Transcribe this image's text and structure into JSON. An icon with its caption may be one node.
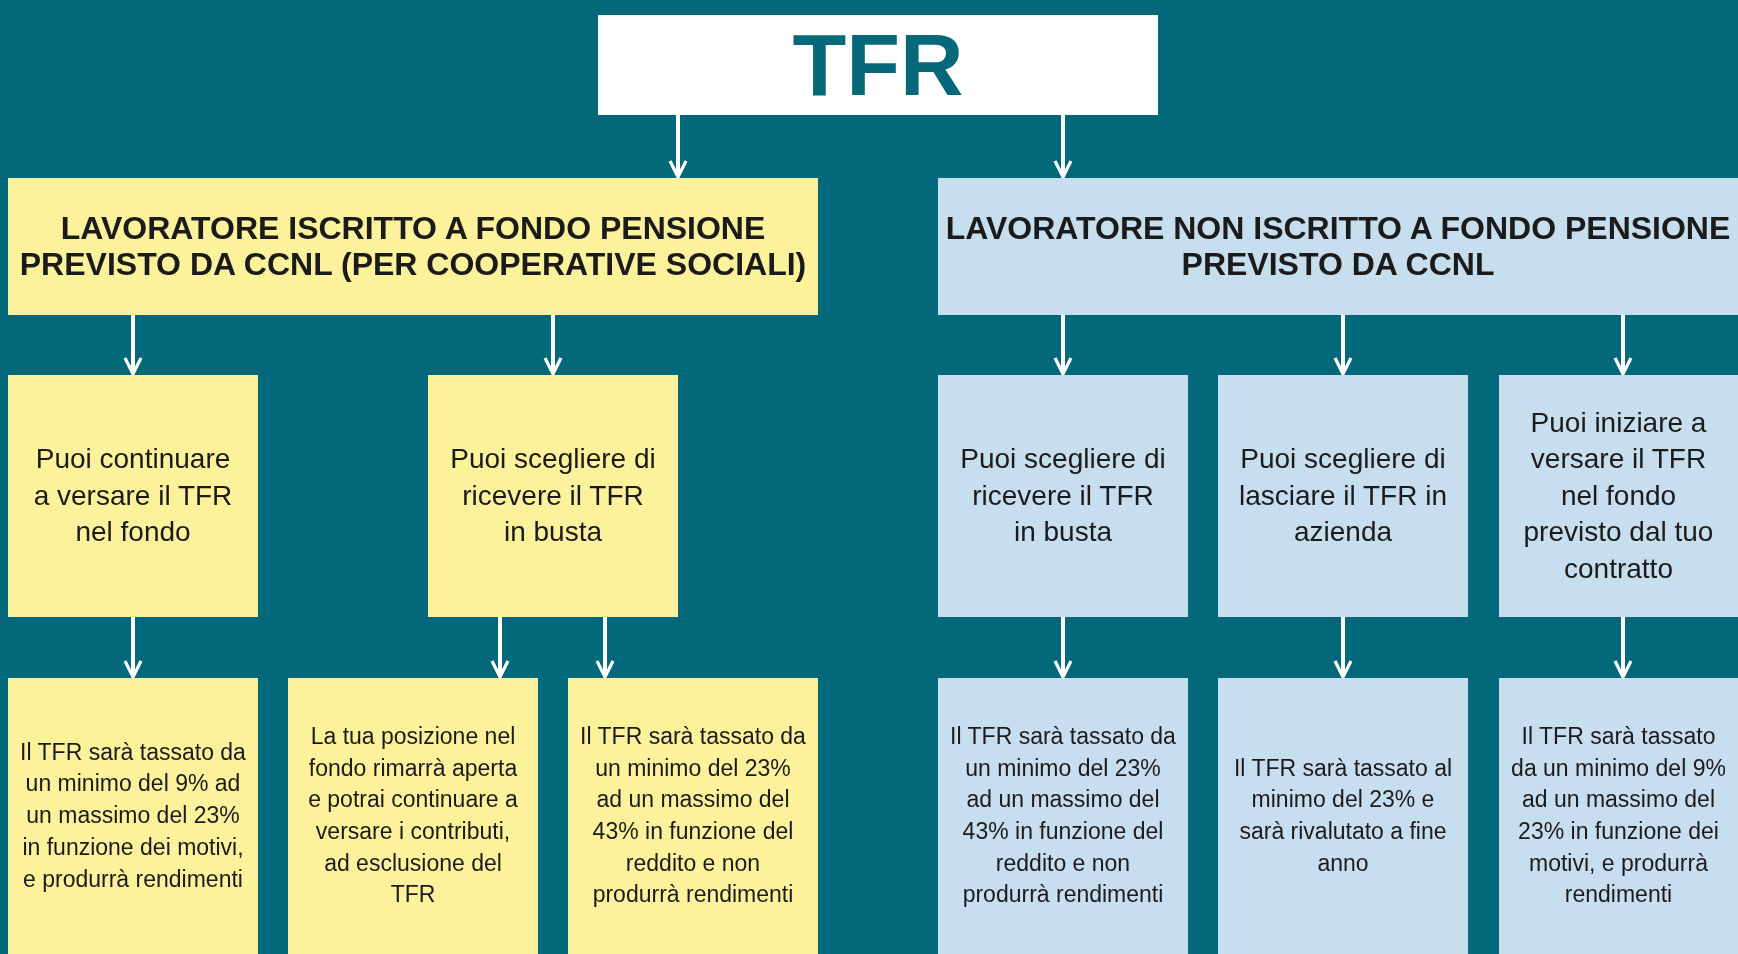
{
  "diagram": {
    "nodes": [
      {
        "text": [
          "TFR"
        ]
      },
      {
        "text": [
          "LAVORATORE ISCRITTO A FONDO PENSIONE PREVISTO DA CCNL (PER COOPERATIVE SOCIALI)"
        ]
      },
      {
        "text": [
          "LAVORATORE NON ISCRITTO A FONDO PENSIONE PREVISTO DA CCNL"
        ]
      },
      {
        "text": [
          "Puoi continuare a versare il TFR nel fondo"
        ]
      },
      {
        "text": [
          "Puoi scegliere di ricevere il TFR in busta"
        ]
      },
      {
        "text": [
          "Il TFR sarà tassato da un minimo del 9% ad un massimo del 23% in funzione dei motivi, e produrrà rendimenti"
        ]
      },
      {
        "text": [
          "La tua posizione nel fondo rimarrà aperta e potrai continuare a versare i contributi, ad esclusione del TFR"
        ]
      },
      {
        "text": [
          "Il TFR sarà tassato da un minimo del 23% ad un massimo del 43% in funzione del reddito e non produrrà rendimenti"
        ]
      },
      {
        "text": [
          "Puoi scegliere di ricevere il TFR in busta"
        ]
      },
      {
        "text": [
          "Puoi scegliere di lasciare il TFR in azienda"
        ]
      },
      {
        "text": [
          "Puoi iniziare a versare il TFR nel fondo previsto dal tuo contratto"
        ]
      },
      {
        "text": [
          "Il TFR sarà tassato da un minimo del 23% ad un massimo del 43% in funzione del reddito e non produrrà rendimenti"
        ]
      },
      {
        "text": [
          "Il TFR sarà tassato al minimo del 23% e sarà rivalutato a fine anno"
        ]
      },
      {
        "text": [
          "Il TFR sarà tassato da un minimo del 9% ad un massimo del 23% in funzione dei motivi, e produrrà rendimenti"
        ]
      }
    ],
    "edges": [
      {
        "from": 0,
        "to": 1,
        "arrow": "to"
      },
      {
        "from": 0,
        "to": 2,
        "arrow": "to"
      },
      {
        "from": 1,
        "to": 3,
        "arrow": "to"
      },
      {
        "from": 1,
        "to": 4,
        "arrow": "to"
      },
      {
        "from": 3,
        "to": 5,
        "arrow": "to"
      },
      {
        "from": 4,
        "to": 6,
        "arrow": "to"
      },
      {
        "from": 4,
        "to": 7,
        "arrow": "to"
      },
      {
        "from": 2,
        "to": 8,
        "arrow": "to"
      },
      {
        "from": 2,
        "to": 9,
        "arrow": "to"
      },
      {
        "from": 2,
        "to": 10,
        "arrow": "to"
      },
      {
        "from": 8,
        "to": 11,
        "arrow": "to"
      },
      {
        "from": 9,
        "to": 12,
        "arrow": "to"
      },
      {
        "from": 10,
        "to": 13,
        "arrow": "to"
      }
    ]
  }
}
